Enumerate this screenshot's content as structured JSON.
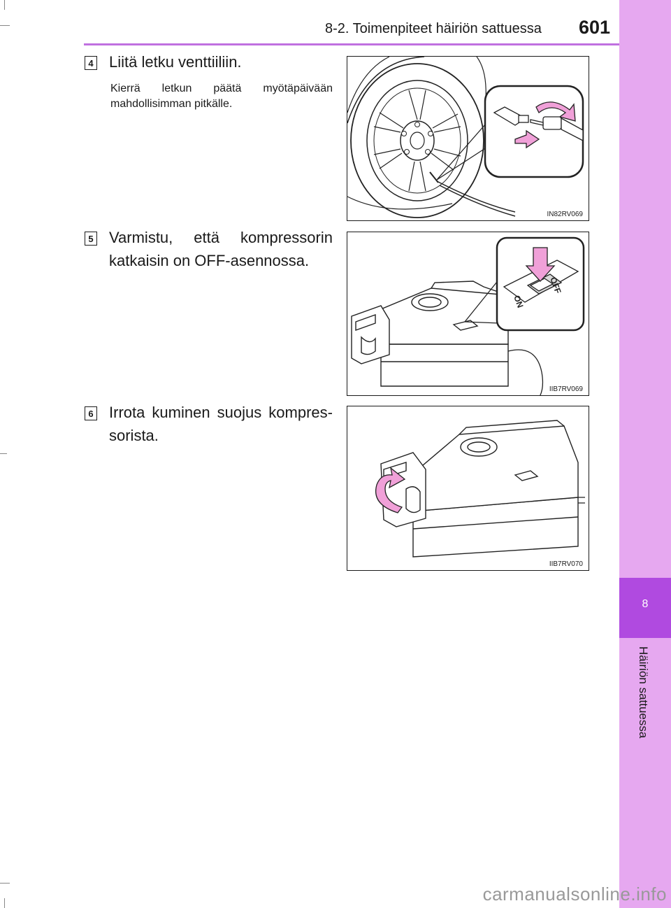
{
  "header": {
    "section_title": "8-2. Toimenpiteet häiriön sattuessa",
    "page_number": "601"
  },
  "sidebar": {
    "chapter_number": "8",
    "chapter_label": "Häiriön sattuessa"
  },
  "steps": [
    {
      "number": "4",
      "text": "Liitä letku venttiiliin.",
      "subtext": "Kierrä letkun päätä myötäpäivään mahdollisimman pitkälle.",
      "figure_code": "IN82RV069"
    },
    {
      "number": "5",
      "text": "Varmistu, että kompressorin katkaisin on OFF-asennossa.",
      "figure_code": "IIB7RV069",
      "switch_off_label": "OFF",
      "switch_on_label": "ON"
    },
    {
      "number": "6",
      "text": "Irrota kuminen suojus kompres-sorista.",
      "figure_code": "IIB7RV070"
    }
  ],
  "colors": {
    "accent": "#c070e0",
    "side_strip": "#e6a8f0",
    "chapter_tab": "#b04ae0",
    "arrow_pink": "#f0a0d8"
  },
  "watermark": "carmanualsonline.info"
}
